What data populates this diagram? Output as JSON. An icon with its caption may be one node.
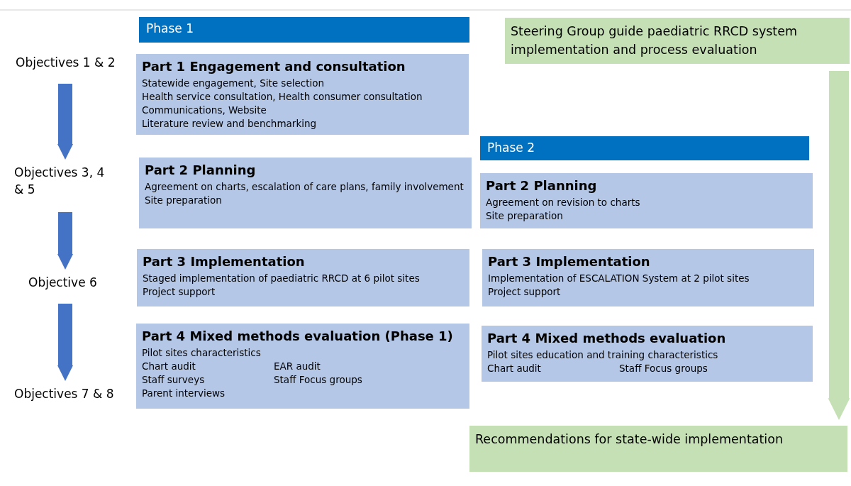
{
  "diagram": {
    "nodes": [
      {
        "text": [
          "Phase 1"
        ]
      },
      {
        "text": [
          "Part 1 Engagement and consultation",
          "Statewide engagement, Site selection",
          "Health service consultation, Health consumer consultation",
          "Communications, Website",
          "Literature review and benchmarking"
        ]
      },
      {
        "text": [
          "Part 2 Planning",
          "Agreement on charts, escalation of care plans, family involvement",
          "Site preparation"
        ]
      },
      {
        "text": [
          "Part 3 Implementation",
          "Staged implementation of paediatric RRCD at 6 pilot sites",
          "Project support"
        ]
      },
      {
        "text": [
          "Part 4 Mixed methods evaluation (Phase 1)",
          "Pilot sites characteristics",
          "Chart audit",
          "EAR audit",
          "Staff surveys",
          "Staff Focus groups",
          "Parent interviews"
        ]
      },
      {
        "text": [
          "Steering Group guide paediatric RRCD system implementation and process evaluation"
        ]
      },
      {
        "text": [
          "Phase 2"
        ]
      },
      {
        "text": [
          "Part 2 Planning",
          "Agreement on revision to charts",
          "Site preparation"
        ]
      },
      {
        "text": [
          "Part 3 Implementation",
          "Implementation of ESCALATION System at 2 pilot sites",
          "Project support"
        ]
      },
      {
        "text": [
          "Part 4 Mixed methods evaluation",
          "Pilot sites education and training characteristics",
          "Chart audit",
          "Staff Focus groups"
        ]
      },
      {
        "text": [
          "Recommendations for state-wide implementation"
        ]
      },
      {
        "text": [
          "Objectives 1 & 2"
        ]
      },
      {
        "text": [
          "Objectives 3, 4 & 5"
        ]
      },
      {
        "text": [
          "Objective 6"
        ]
      },
      {
        "text": [
          "Objectives 7 & 8"
        ]
      }
    ],
    "edges": [
      {
        "from": 11,
        "to": 12,
        "arrow": "to",
        "color": "#4472c4"
      },
      {
        "from": 12,
        "to": 13,
        "arrow": "to",
        "color": "#4472c4"
      },
      {
        "from": 13,
        "to": 14,
        "arrow": "to",
        "color": "#4472c4"
      },
      {
        "from": 5,
        "to": 10,
        "arrow": "to",
        "color": "#c5e0b4"
      }
    ]
  }
}
